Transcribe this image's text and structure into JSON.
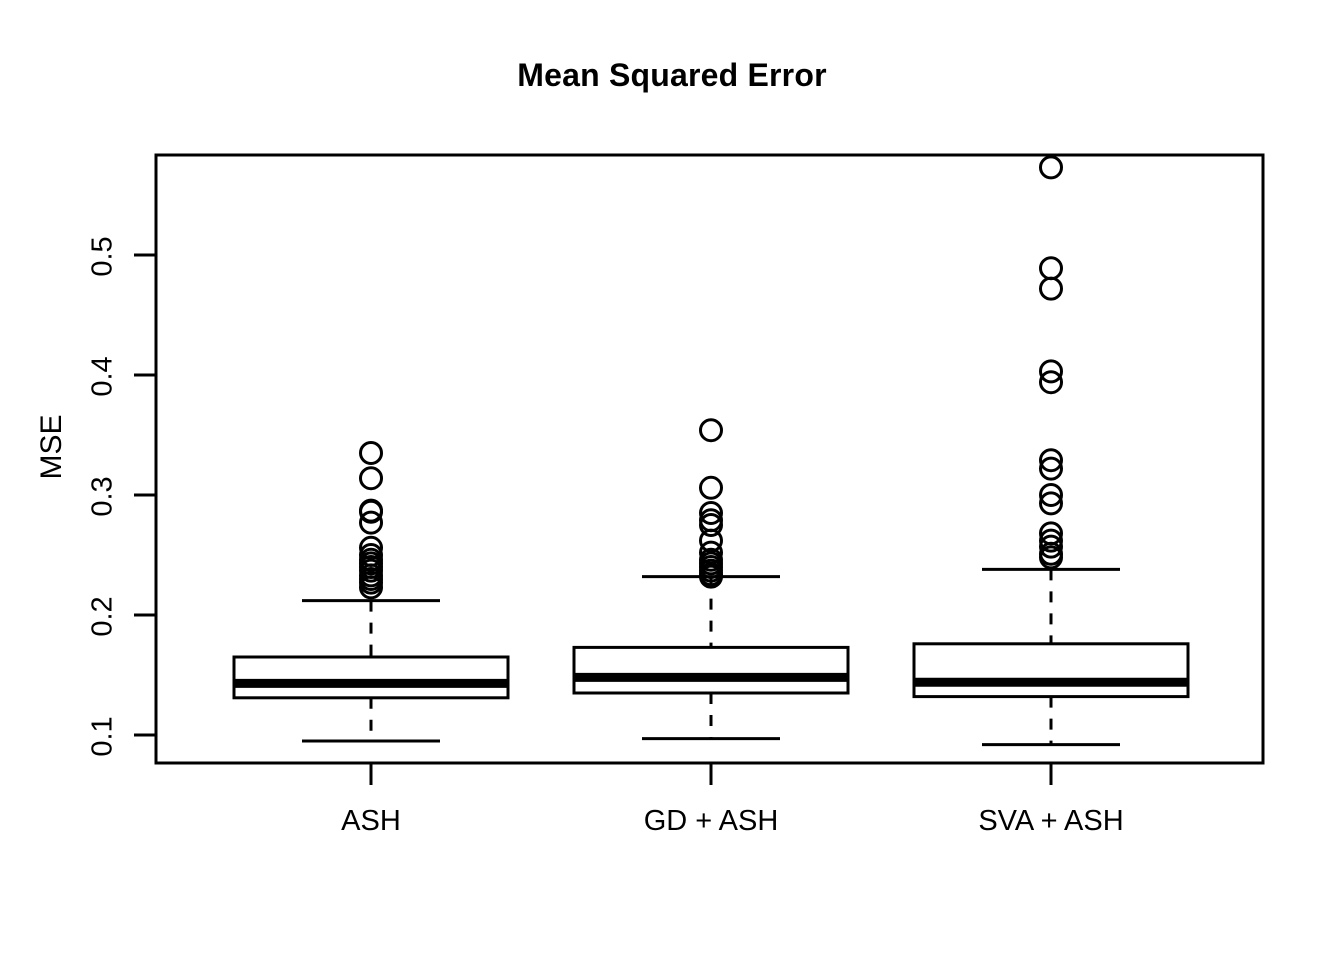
{
  "chart_data": {
    "type": "box",
    "title": "Mean Squared Error",
    "xlabel": "",
    "ylabel": "MSE",
    "ylim": [
      0.085,
      0.585
    ],
    "ytick_values": [
      0.1,
      0.2,
      0.3,
      0.4,
      0.5
    ],
    "ytick_labels": [
      "0.1",
      "0.2",
      "0.3",
      "0.4",
      "0.5"
    ],
    "grid": false,
    "legend": "none",
    "categories": [
      "ASH",
      "GD + ASH",
      "SVA + ASH"
    ],
    "boxes": [
      {
        "name": "ASH",
        "lower_whisker": 0.095,
        "q1": 0.131,
        "median": 0.143,
        "q3": 0.165,
        "upper_whisker": 0.212,
        "outliers": [
          0.335,
          0.314,
          0.287,
          0.286,
          0.277,
          0.256,
          0.25,
          0.246,
          0.243,
          0.24,
          0.237,
          0.233,
          0.23,
          0.227,
          0.223
        ]
      },
      {
        "name": "GD + ASH",
        "lower_whisker": 0.097,
        "q1": 0.135,
        "median": 0.148,
        "q3": 0.173,
        "upper_whisker": 0.232,
        "outliers": [
          0.354,
          0.306,
          0.285,
          0.279,
          0.275,
          0.262,
          0.252,
          0.246,
          0.243,
          0.24,
          0.237,
          0.234,
          0.232
        ]
      },
      {
        "name": "SVA + ASH",
        "lower_whisker": 0.092,
        "q1": 0.132,
        "median": 0.144,
        "q3": 0.176,
        "upper_whisker": 0.238,
        "outliers": [
          0.573,
          0.489,
          0.472,
          0.403,
          0.394,
          0.329,
          0.322,
          0.3,
          0.293,
          0.268,
          0.262,
          0.257,
          0.251,
          0.248
        ]
      }
    ]
  },
  "axis": {
    "y_title": "MSE",
    "tick_0": "0.1",
    "tick_1": "0.2",
    "tick_2": "0.3",
    "tick_3": "0.4",
    "tick_4": "0.5",
    "cat_0": "ASH",
    "cat_1": "GD + ASH",
    "cat_2": "SVA + ASH"
  },
  "header": {
    "title": "Mean Squared Error"
  },
  "colors": {
    "stroke": "#000000",
    "background": "#ffffff"
  }
}
